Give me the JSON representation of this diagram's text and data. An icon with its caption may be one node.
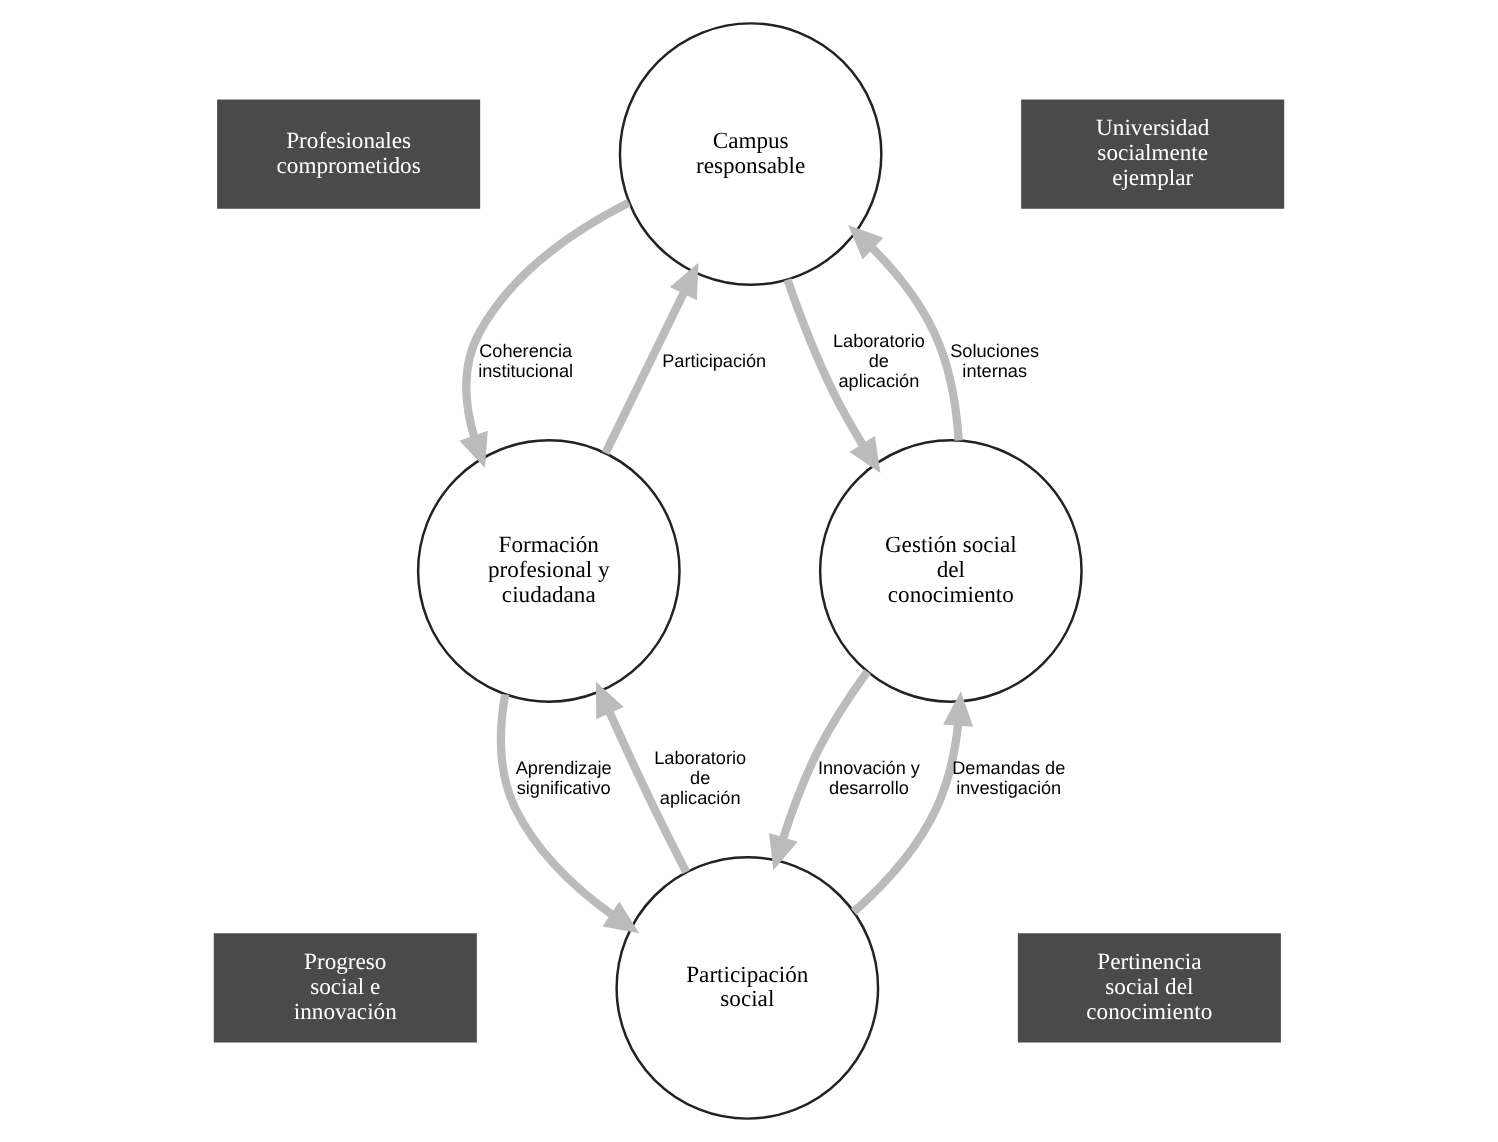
{
  "diagram": {
    "nodes": [
      {
        "text": [
          "Profesionales comprometidos"
        ]
      },
      {
        "text": [
          "Universidad socialmente ejemplar"
        ]
      },
      {
        "text": [
          "Progreso social e innovación"
        ]
      },
      {
        "text": [
          "Pertinencia social del conocimiento"
        ]
      },
      {
        "text": [
          "Campus responsable"
        ]
      },
      {
        "text": [
          "Formación profesional y ciudadana"
        ]
      },
      {
        "text": [
          "Gestión social del conocimiento"
        ]
      },
      {
        "text": [
          "Participación social"
        ]
      }
    ],
    "edges": [
      {
        "from": 4,
        "to": 5,
        "arrow": "to",
        "label": "Coherencia institucional"
      },
      {
        "from": 5,
        "to": 4,
        "arrow": "to",
        "label": "Participación"
      },
      {
        "from": 4,
        "to": 6,
        "arrow": "to",
        "label": "Laboratorio de aplicación"
      },
      {
        "from": 6,
        "to": 4,
        "arrow": "to",
        "label": "Soluciones internas"
      },
      {
        "from": 7,
        "to": 5,
        "arrow": "to",
        "label": "Laboratorio de aplicación"
      },
      {
        "from": 5,
        "to": 7,
        "arrow": "to",
        "label": "Aprendizaje significativo"
      },
      {
        "from": 7,
        "to": 6,
        "arrow": "to",
        "label": "Demandas de investigación"
      },
      {
        "from": 6,
        "to": 7,
        "arrow": "to",
        "label": "Innovación y desarrollo"
      }
    ]
  }
}
